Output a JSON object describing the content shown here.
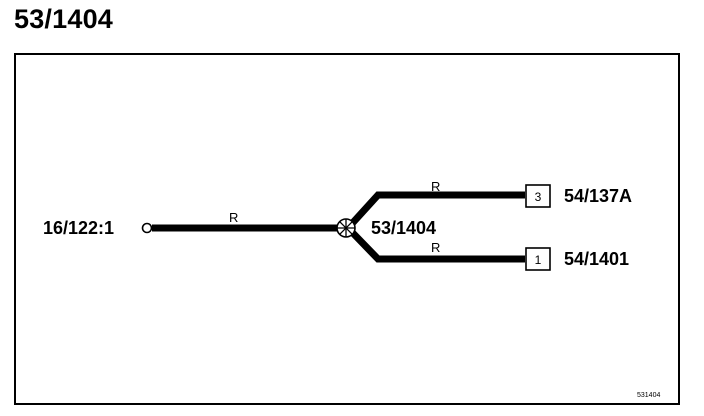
{
  "title": "53/1404",
  "diagram": {
    "source_connector": "16/122:1",
    "junction_label": "53/1404",
    "wires": {
      "main": "R",
      "upper": "R",
      "lower": "R"
    },
    "terminals": [
      {
        "pin": "3",
        "label": "54/137A"
      },
      {
        "pin": "1",
        "label": "54/1401"
      }
    ],
    "reference": "531404"
  }
}
